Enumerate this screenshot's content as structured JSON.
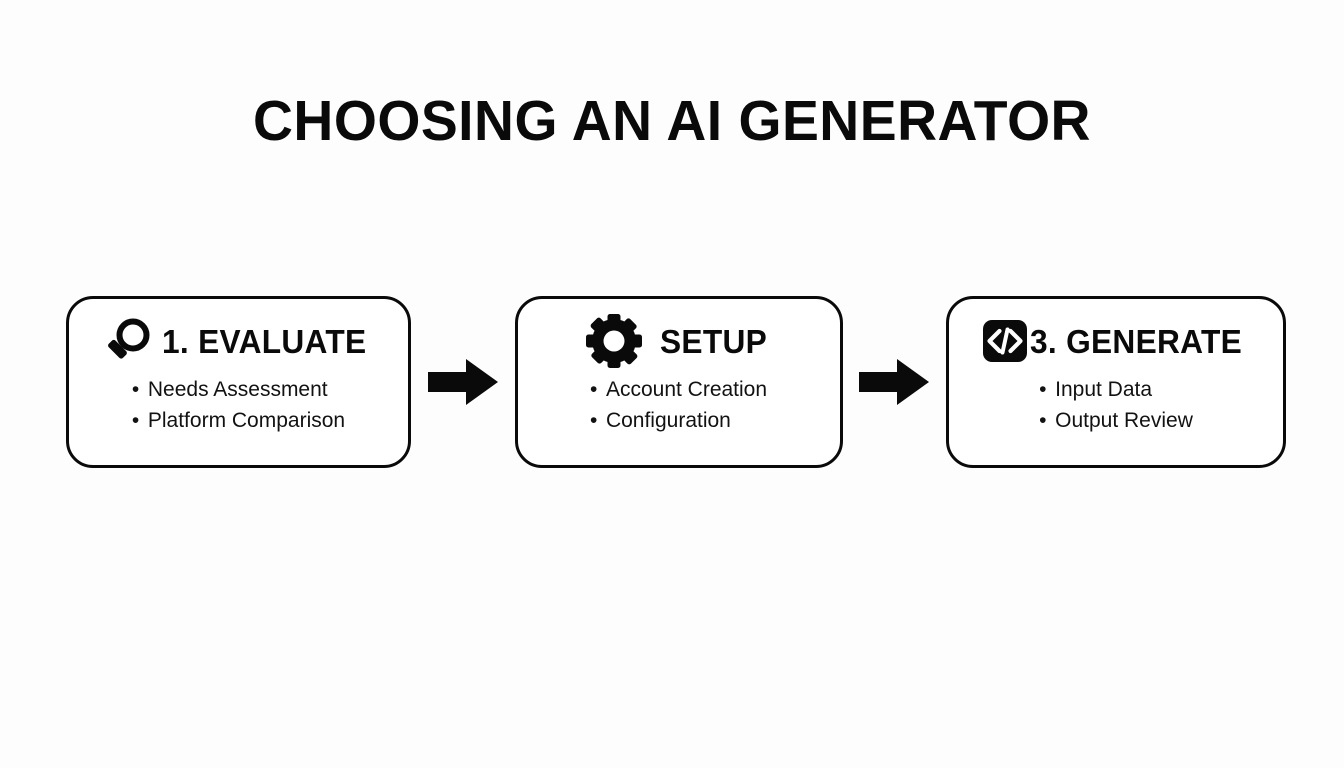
{
  "slide": {
    "title": "CHOOSING AN AI GENERATOR",
    "background_color": "#fdfdfe",
    "ink_color": "#0a0a0a"
  },
  "flow": {
    "arrow_1": {
      "icon": "arrow-right-icon"
    },
    "arrow_2": {
      "icon": "arrow-right-icon"
    },
    "steps": [
      {
        "icon": "magnifying-glass-icon",
        "title": "1. EVALUATE",
        "bullet_marker": "•",
        "bullets": [
          "Needs Assessment",
          "Platform Comparison"
        ]
      },
      {
        "icon": "gear-icon",
        "title": "SETUP",
        "bullet_marker": "•",
        "bullets": [
          "Account Creation",
          "Configuration"
        ]
      },
      {
        "icon": "code-brackets-icon",
        "title": "3. GENERATE",
        "bullet_marker": "•",
        "bullets": [
          "Input Data",
          "Output Review"
        ]
      }
    ]
  }
}
